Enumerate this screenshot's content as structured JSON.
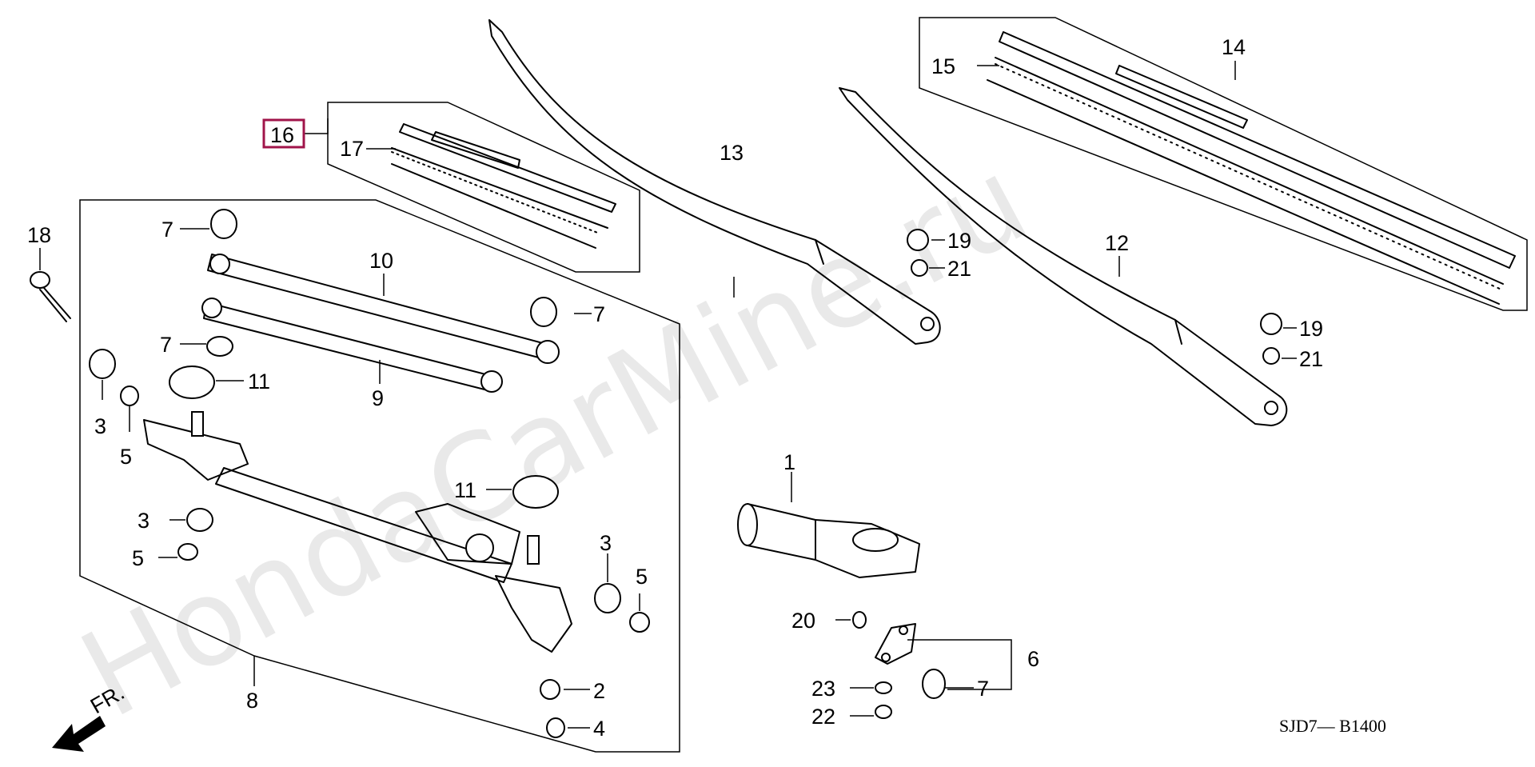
{
  "diagram": {
    "code": "SJD7— B1400",
    "watermark": "HondaCarMine.ru",
    "direction_label": "FR.",
    "highlight_color": "#a0144a",
    "callouts": {
      "c1": "1",
      "c2": "2",
      "c3a": "3",
      "c3b": "3",
      "c3c": "3",
      "c4": "4",
      "c5a": "5",
      "c5b": "5",
      "c5c": "5",
      "c6": "6",
      "c7a": "7",
      "c7b": "7",
      "c7c": "7",
      "c7d": "7",
      "c8": "8",
      "c9": "9",
      "c10": "10",
      "c11a": "11",
      "c11b": "11",
      "c12": "12",
      "c13": "13",
      "c14": "14",
      "c15": "15",
      "c16": "16",
      "c17": "17",
      "c18": "18",
      "c19a": "19",
      "c19b": "19",
      "c20": "20",
      "c21a": "21",
      "c21b": "21",
      "c22": "22",
      "c23": "23"
    }
  }
}
